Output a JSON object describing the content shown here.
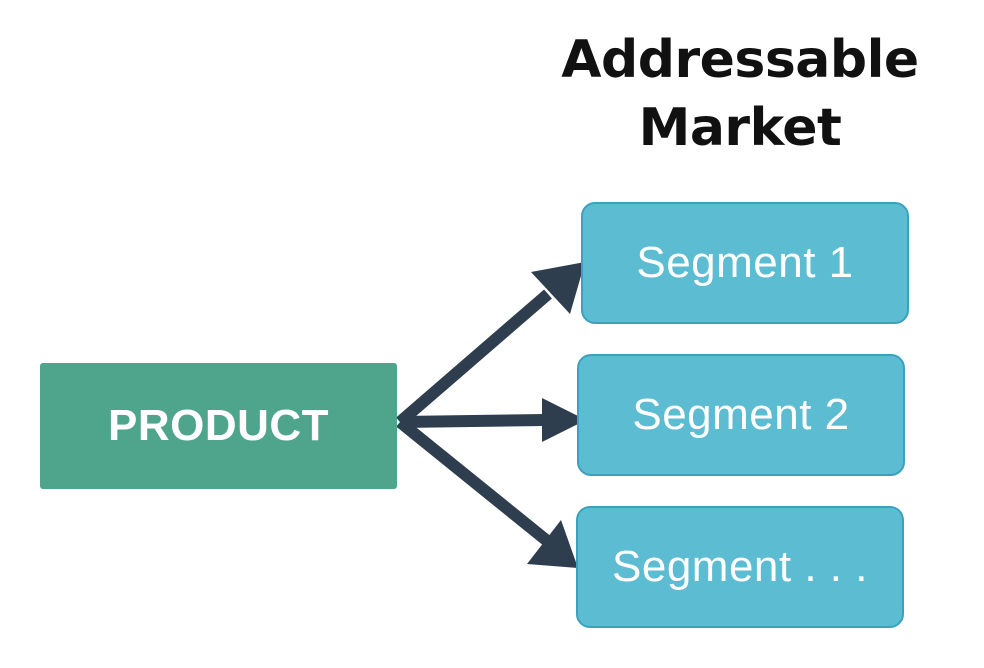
{
  "title": {
    "line1": "Addressable",
    "line2": "Market"
  },
  "product": {
    "label": "PRODUCT"
  },
  "segments": [
    {
      "label": "Segment 1"
    },
    {
      "label": "Segment 2"
    },
    {
      "label": "Segment . . ."
    }
  ],
  "colors": {
    "product_fill": "#4fa58b",
    "segment_fill": "#5bbcd2",
    "segment_border": "#3aa2bf",
    "arrow": "#2f3e4e",
    "title_text": "#111111"
  }
}
